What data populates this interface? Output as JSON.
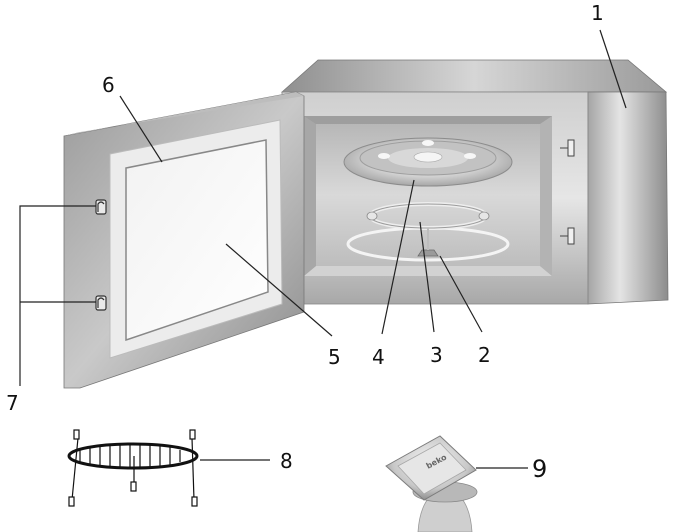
{
  "figure": {
    "callouts": [
      {
        "id": "1",
        "label": "1"
      },
      {
        "id": "2",
        "label": "2"
      },
      {
        "id": "3",
        "label": "3"
      },
      {
        "id": "4",
        "label": "4"
      },
      {
        "id": "5",
        "label": "5"
      },
      {
        "id": "6",
        "label": "6"
      },
      {
        "id": "7",
        "label": "7"
      },
      {
        "id": "8",
        "label": "8"
      },
      {
        "id": "9",
        "label": "9"
      }
    ],
    "logo_text": "beko",
    "colors": {
      "body_light": "#d9d9d9",
      "body_mid": "#a9a9a9",
      "body_dark": "#6f6f6f",
      "cavity": "#c7c7c7",
      "line": "#222222"
    }
  }
}
